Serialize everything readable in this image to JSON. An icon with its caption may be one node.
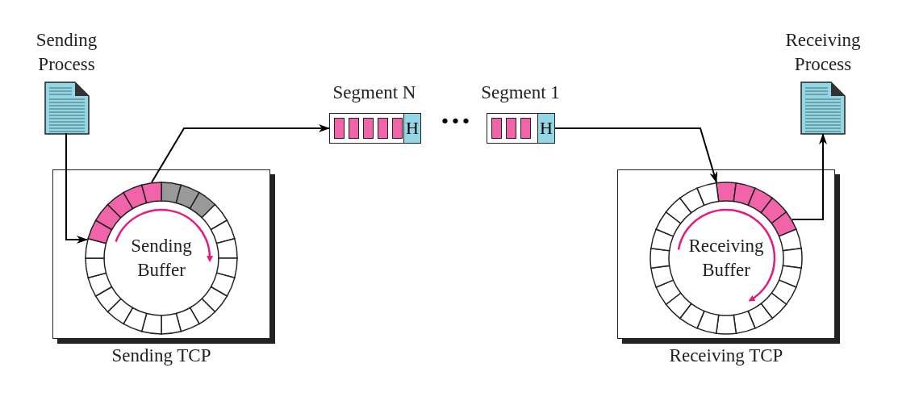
{
  "diagram": {
    "nodes": [
      {
        "text": [
          "Sending Process"
        ]
      },
      {
        "text": [
          "Sending TCP"
        ]
      },
      {
        "text": [
          "Sending Buffer"
        ],
        "in": 1
      },
      {
        "text": [
          "Segment N",
          "H"
        ]
      },
      {
        "text": [
          "Segment 1",
          "H"
        ]
      },
      {
        "text": [
          "Receiving TCP"
        ]
      },
      {
        "text": [
          "Receiving Buffer"
        ],
        "in": 5
      },
      {
        "text": [
          "Receiving Process"
        ]
      }
    ],
    "edges": [
      {
        "from": 0,
        "to": 2,
        "arrow": "to"
      },
      {
        "from": 2,
        "to": 3,
        "arrow": "to"
      },
      {
        "from": 4,
        "to": 6,
        "arrow": "to"
      },
      {
        "from": 6,
        "to": 7,
        "arrow": "to"
      }
    ],
    "labels": [
      "•••"
    ]
  }
}
